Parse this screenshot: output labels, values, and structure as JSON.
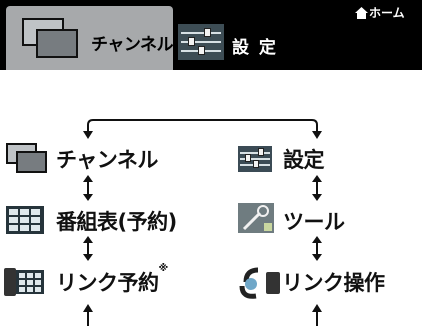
{
  "header": {
    "channel_tab": "チャンネル",
    "settings_tab": "設 定",
    "home_link": "ホーム"
  },
  "menu": {
    "left": [
      {
        "label": "チャンネル",
        "icon": "channel-icon"
      },
      {
        "label": "番組表(予約)",
        "icon": "program-guide-icon"
      },
      {
        "label": "リンク予約",
        "note_mark": "※",
        "icon": "link-reservation-icon"
      }
    ],
    "right": [
      {
        "label": "設定",
        "icon": "settings-icon"
      },
      {
        "label": "ツール",
        "icon": "tool-icon"
      },
      {
        "label": "リンク操作",
        "icon": "link-operation-icon"
      }
    ]
  }
}
